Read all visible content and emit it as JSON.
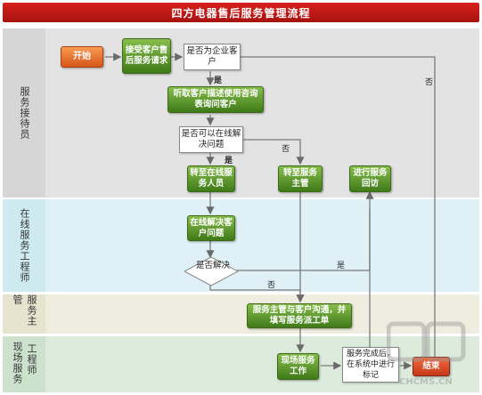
{
  "title": "四方电器售后服务管理流程",
  "lanes": {
    "service_staff": "服务接待员",
    "online_engineer": "在线服务工程师",
    "service_supervisor": "服务主管",
    "field_engineer_col1": "现场服务",
    "field_engineer_col2": "工程师"
  },
  "nodes": {
    "start": "开始",
    "receive_request": "接受客户售后服务请求",
    "is_enterprise": "是否为企业客户",
    "listen_survey": "听取客户描述使用咨询表询问客户",
    "can_solve_online": "是否可以在线解决问题",
    "transfer_online": "转至在线服务人员",
    "transfer_supervisor": "转至服务主管",
    "service_visit": "进行服务回访",
    "solve_online": "在线解决客户问题",
    "solved": "是否解决",
    "supervisor_fill": "服务主管与客户沟通，并填写服务派工单",
    "field_work": "现场服务工作",
    "service_complete": "服务完成后，在系统中进行标记",
    "end": "结束"
  },
  "edge_labels": {
    "yes": "是",
    "no": "否"
  },
  "watermark": "CHCMS.CN"
}
